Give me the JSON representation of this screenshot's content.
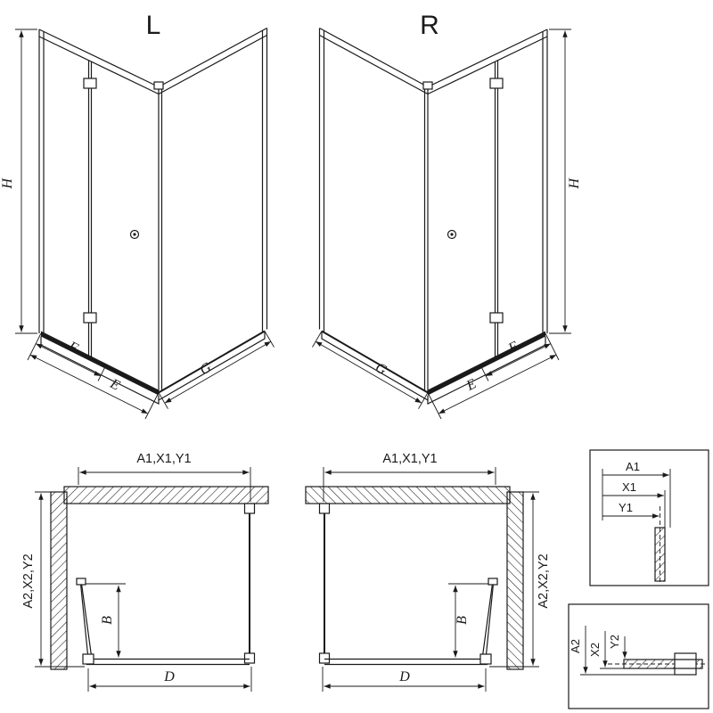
{
  "colors": {
    "line_color": "#1a1a1a",
    "background": "#ffffff"
  },
  "views": {
    "l3d": {
      "title": "L",
      "dim_height": "H",
      "dim_front_fixed": "F",
      "dim_entry": "E",
      "dim_side": "G"
    },
    "r3d": {
      "title": "R",
      "dim_height": "H",
      "dim_front_fixed": "F",
      "dim_entry": "E",
      "dim_side": "G"
    },
    "l_plan": {
      "dim_top": "A1,X1,Y1",
      "dim_side": "A2,X2,Y2",
      "dim_b": "B",
      "dim_d": "D"
    },
    "r_plan": {
      "dim_top": "A1,X1,Y1",
      "dim_side": "A2,X2,Y2",
      "dim_b": "B",
      "dim_d": "D"
    },
    "detail_top": {
      "dim_a1": "A1",
      "dim_x1": "X1",
      "dim_y1": "Y1"
    },
    "detail_bottom": {
      "dim_a2": "A2",
      "dim_x2": "X2",
      "dim_y2": "Y2"
    }
  }
}
